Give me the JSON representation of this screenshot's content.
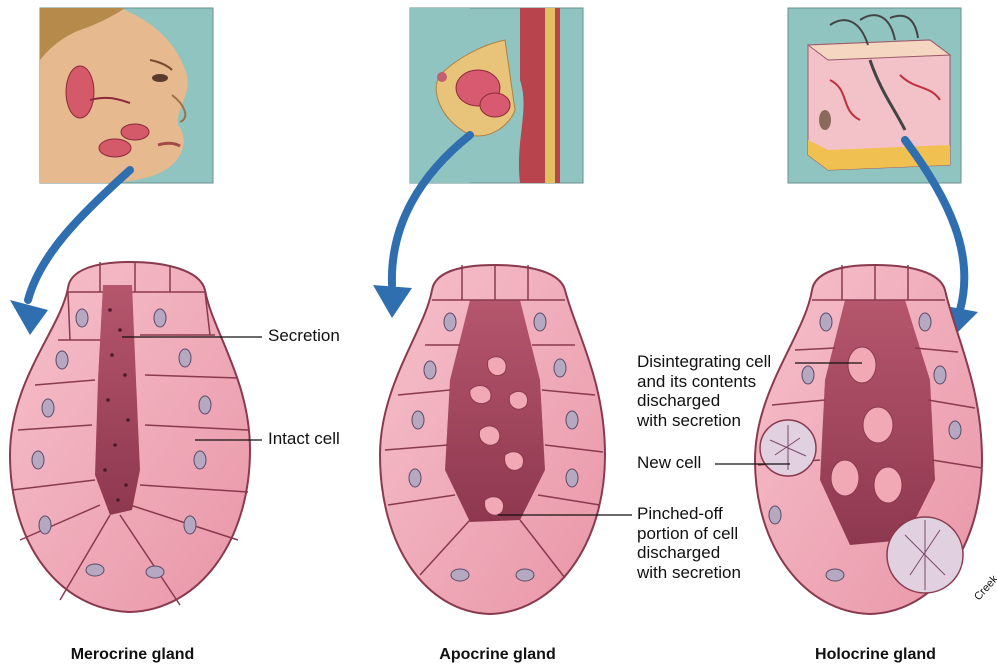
{
  "panels": [
    {
      "title": "Merocrine gland",
      "callouts": [
        {
          "text": "Secretion"
        },
        {
          "text": "Intact cell"
        }
      ]
    },
    {
      "title": "Apocrine gland",
      "callouts": [
        {
          "lines": [
            "Pinched-off",
            "portion of cell",
            "discharged",
            "with secretion"
          ]
        }
      ]
    },
    {
      "title": "Holocrine gland",
      "callouts": [
        {
          "lines": [
            "Disintegrating cell",
            "and its contents",
            "discharged",
            "with secretion"
          ]
        },
        {
          "text": "New cell"
        }
      ]
    }
  ],
  "artist_credit": "Creek",
  "colors": {
    "inset_bg": "#8fc4c0",
    "cell_fill": "#f2a9b6",
    "cell_stroke": "#8a3a4e",
    "lumen": "#a4485e",
    "arrow": "#2f6fb0",
    "nucleus": "#b6a8c0"
  }
}
